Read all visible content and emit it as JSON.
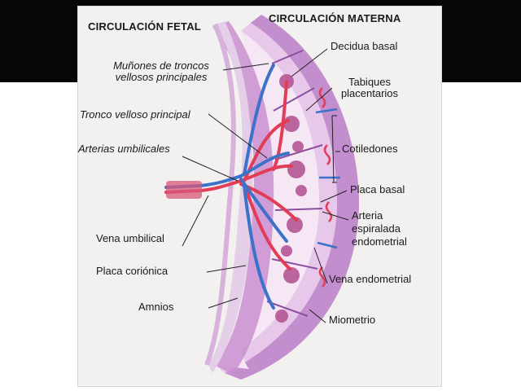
{
  "titles": {
    "fetal": "CIRCULACIÓN FETAL",
    "materna": "CIRCULACIÓN MATERNA"
  },
  "labels": {
    "munones_1": "Muñones de troncos",
    "munones_2": "vellosos principales",
    "tronco": "Tronco velloso principal",
    "arterias_umbilicales": "Arterias umbilicales",
    "vena_umbilical": "Vena umbilical",
    "placa_corionica": "Placa coriónica",
    "amnios": "Amnios",
    "decidua_basal": "Decidua basal",
    "tabiques_1": "Tabiques",
    "tabiques_2": "placentarios",
    "cotiledones": "Cotiledones",
    "placa_basal": "Placa basal",
    "arteria_1": "Arteria",
    "arteria_2": "espiralada",
    "arteria_3": "endometrial",
    "vena_endometrial": "Vena endometrial",
    "miometrio": "Miometrio"
  },
  "colors": {
    "artery": "#e23c57",
    "vein": "#3d72c9",
    "tissue": "#c98fd0",
    "amnion": "#d7b3dc",
    "myometrium": "#b36cc1",
    "background_band": "#060606"
  }
}
